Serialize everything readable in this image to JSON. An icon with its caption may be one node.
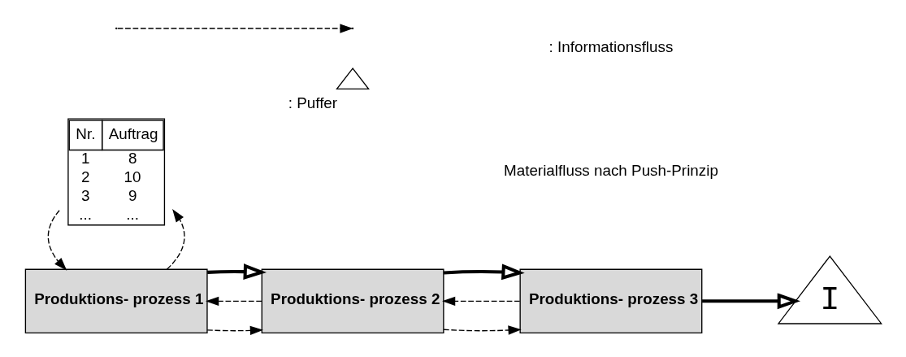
{
  "diagram": {
    "nodes": [
      {
        "text": [
          "Nr.",
          "Auftrag",
          "1",
          "8",
          "2",
          "10",
          "3",
          "9",
          "...",
          "..."
        ]
      },
      {
        "text": [
          "Produktions- prozess 1"
        ]
      },
      {
        "text": [
          "Produktions- prozess 2"
        ]
      },
      {
        "text": [
          "Produktions- prozess 3"
        ]
      },
      {
        "text": [
          "I"
        ]
      }
    ],
    "edges": [
      {
        "from": 1,
        "to": 0,
        "arrow": "to",
        "style": "dashed"
      },
      {
        "from": 0,
        "to": 1,
        "arrow": "to",
        "style": "dashed"
      },
      {
        "from": 2,
        "to": 1,
        "arrow": "to",
        "style": "dashed"
      },
      {
        "from": 1,
        "to": 2,
        "arrow": "to",
        "style": "dashed"
      },
      {
        "from": 3,
        "to": 2,
        "arrow": "to",
        "style": "dashed"
      },
      {
        "from": 2,
        "to": 3,
        "arrow": "to",
        "style": "dashed"
      },
      {
        "from": 1,
        "to": 2,
        "arrow": "to",
        "style": "thick"
      },
      {
        "from": 2,
        "to": 3,
        "arrow": "to",
        "style": "thick"
      },
      {
        "from": 3,
        "to": 4,
        "arrow": "to",
        "style": "thick"
      }
    ],
    "labels": [
      "Materialfluss nach Push-Prinzip"
    ],
    "legend": [
      {
        "text": ": Informationsfluss"
      },
      {
        "text": ": Puffer"
      }
    ]
  }
}
